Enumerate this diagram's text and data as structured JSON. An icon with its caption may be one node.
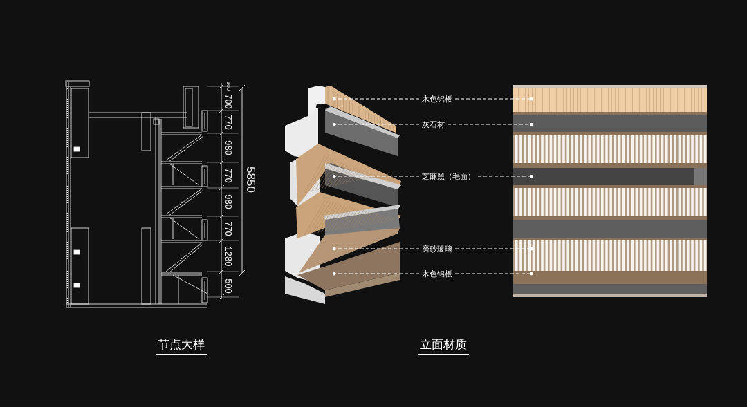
{
  "diagram": {
    "nodes": [
      {
        "text": [
          "木色铝板"
        ]
      },
      {
        "text": [
          "灰石材"
        ]
      },
      {
        "text": [
          "芝麻黑（毛面）"
        ]
      },
      {
        "text": [
          "磨砂玻璃"
        ]
      },
      {
        "text": [
          "木色铝板"
        ]
      }
    ],
    "edges": [
      {
        "from": 0,
        "to": null,
        "arrow": "other",
        "style": "dashed"
      },
      {
        "from": 0,
        "to": null,
        "arrow": "other",
        "style": "dashed"
      },
      {
        "from": 1,
        "to": null,
        "arrow": "other",
        "style": "dashed"
      },
      {
        "from": 1,
        "to": null,
        "arrow": "other",
        "style": "dashed"
      },
      {
        "from": 2,
        "to": null,
        "arrow": "other",
        "style": "dashed"
      },
      {
        "from": 2,
        "to": null,
        "arrow": "other",
        "style": "dashed"
      },
      {
        "from": 3,
        "to": null,
        "arrow": "other",
        "style": "dashed"
      },
      {
        "from": 3,
        "to": null,
        "arrow": "other",
        "style": "dashed"
      },
      {
        "from": 4,
        "to": null,
        "arrow": "other",
        "style": "dashed"
      },
      {
        "from": 4,
        "to": null,
        "arrow": "other",
        "style": "dashed"
      }
    ],
    "labels": [
      "100",
      "700",
      "770",
      "980",
      "770",
      "980",
      "770",
      "1280",
      "500",
      "5850",
      "节点大样",
      "立面材质"
    ]
  }
}
